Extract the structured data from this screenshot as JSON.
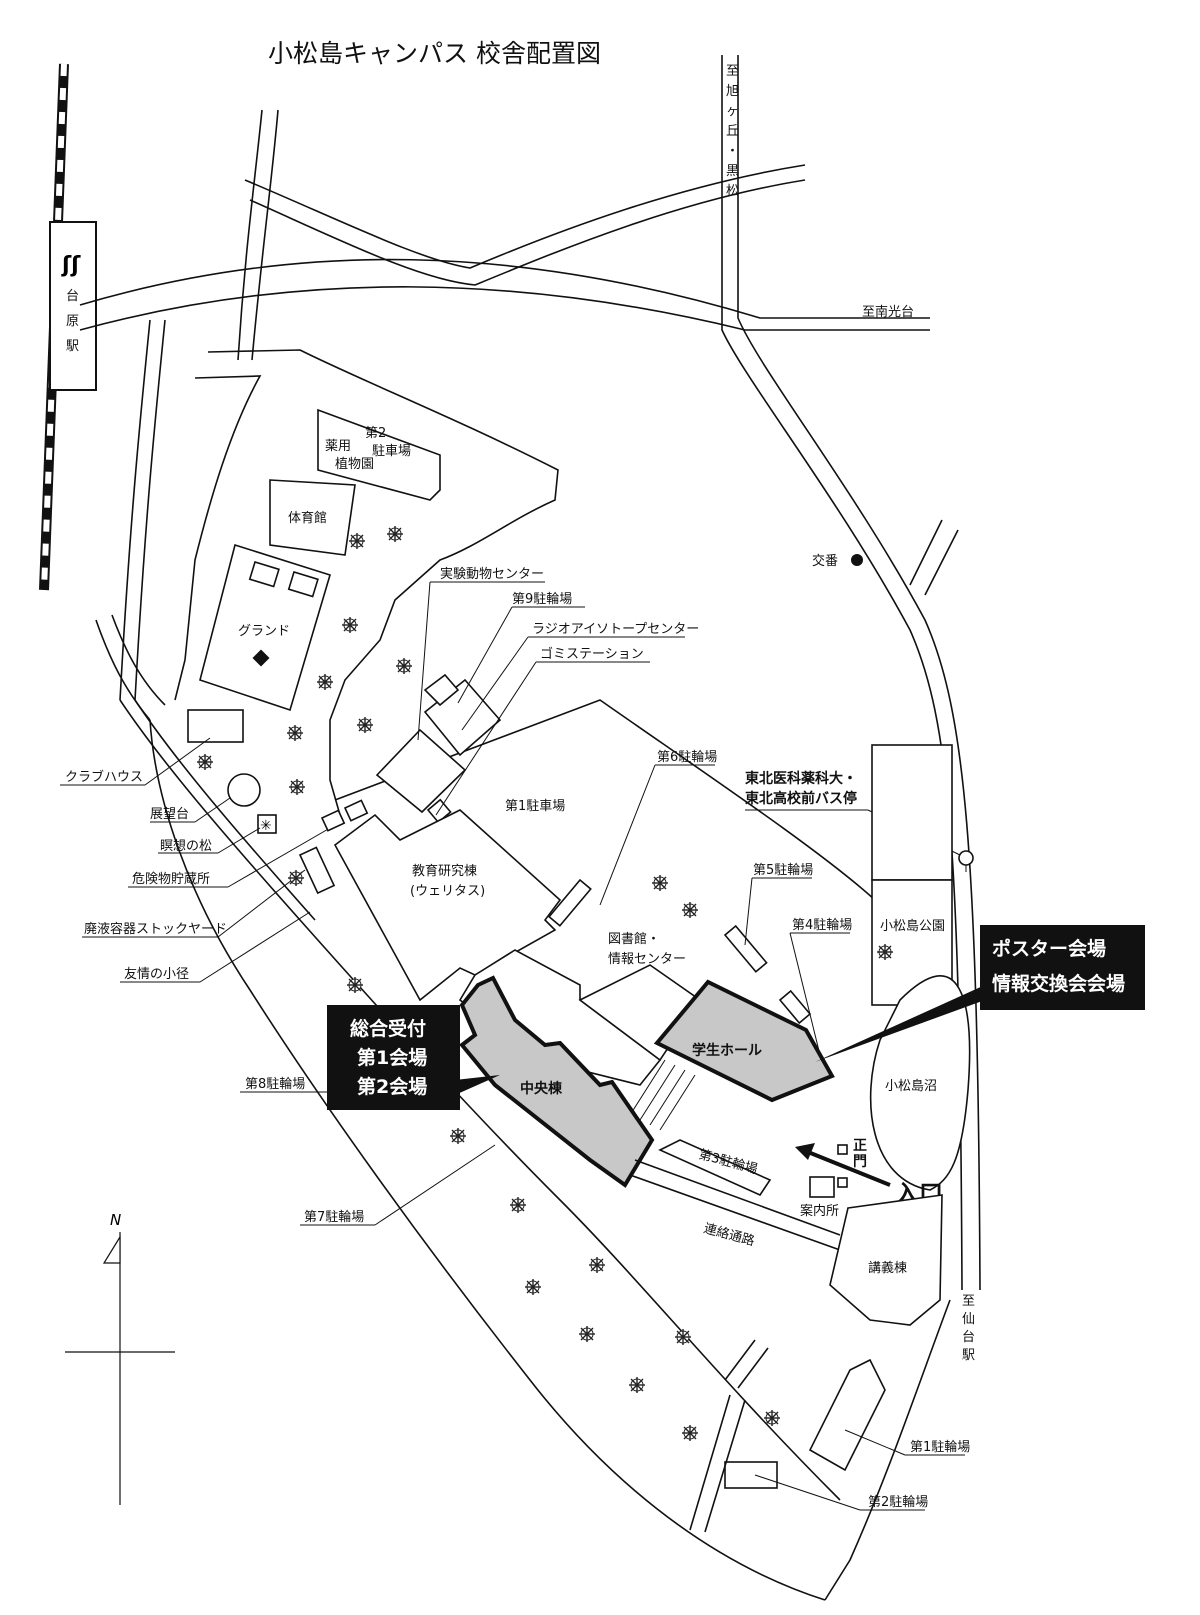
{
  "map": {
    "title": "小松島キャンパス 校舎配置図",
    "station": {
      "line1": "台",
      "line2": "原",
      "line3": "駅"
    },
    "destinations": {
      "north": [
        "至",
        "旭",
        "ヶ",
        "丘",
        "・",
        "黒",
        "松"
      ],
      "east": "至南光台",
      "south": [
        "至",
        "仙",
        "台",
        "駅"
      ]
    },
    "buildings": {
      "garden": [
        "薬用",
        "植物園"
      ],
      "parking2": [
        "第2",
        "駐車場"
      ],
      "gym": "体育館",
      "ground": "グランド",
      "clubhouse": "クラブハウス",
      "lookout": "展望台",
      "pine": "瞑想の松",
      "hazard": "危険物貯蔵所",
      "waste": "廃液容器ストックヤード",
      "path": "友情の小径",
      "animal": "実験動物センター",
      "bike9": "第9駐輪場",
      "radio": "ラジオアイソトープセンター",
      "garbage": "ゴミステーション",
      "bike6": "第6駐輪場",
      "parking1": "第1駐車場",
      "research": [
        "教育研究棟",
        "(ウェリタス)"
      ],
      "library": [
        "図書館・",
        "情報センター"
      ],
      "bike5": "第5駐輪場",
      "bike4": "第4駐輪場",
      "police": "交番",
      "busstop": [
        "東北医科薬科大・",
        "東北高校前バス停"
      ],
      "park": "小松島公園",
      "pond": "小松島沼",
      "studenthall": "学生ホール",
      "central": "中央棟",
      "bike8": "第8駐輪場",
      "bike3": "第3駐輪場",
      "gate": [
        "正",
        "門"
      ],
      "info": "案内所",
      "corridor": "連絡通路",
      "lecture": "講義棟",
      "bike7": "第7駐輪場",
      "bike1": "第1駐輪場",
      "bike2": "第2駐輪場",
      "north_mark": "N"
    },
    "callouts": {
      "poster": [
        "ポスター会場",
        "情報交換会会場"
      ],
      "reception": [
        "総合受付",
        "第1会場",
        "第2会場"
      ],
      "entrance": "入口"
    },
    "colors": {
      "highlight": "#c8c8c8",
      "callout_bg": "#111111",
      "line": "#111111"
    }
  }
}
